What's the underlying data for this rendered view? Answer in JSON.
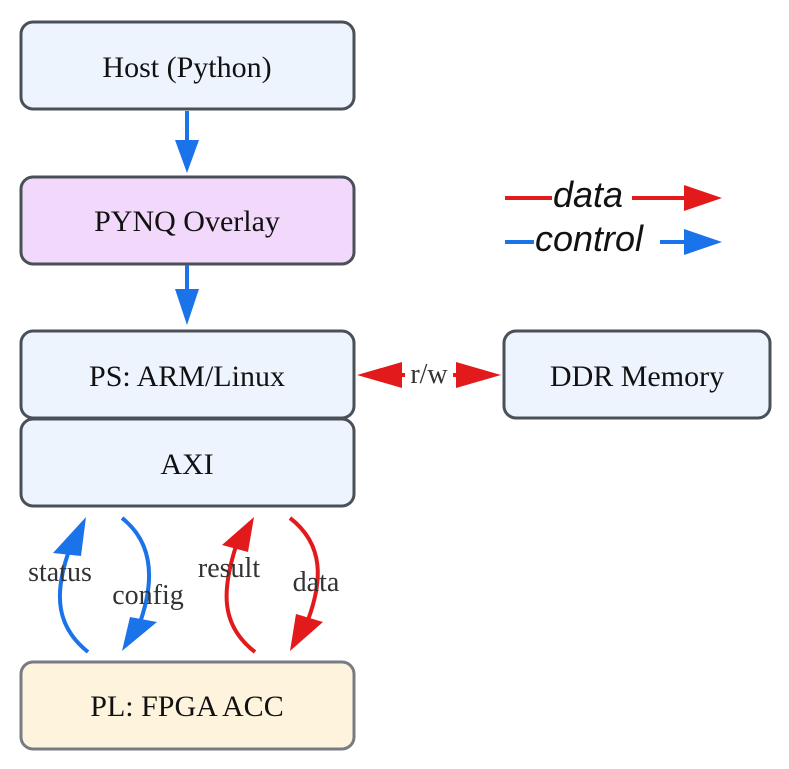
{
  "colors": {
    "data": "#e31a1c",
    "control": "#1a73e8",
    "box_border": "#4a5058",
    "box_blue": "#edf4fd",
    "box_purple": "#f2d9fb",
    "box_orange": "#fef4dd"
  },
  "nodes": {
    "host": "Host (Python)",
    "pynq": "PYNQ Overlay",
    "ps": "PS: ARM/Linux",
    "axi": "AXI",
    "ddr": "DDR Memory",
    "pl": "PL: FPGA ACC"
  },
  "edges": {
    "host_to_pynq": {
      "kind": "control"
    },
    "pynq_to_ps": {
      "kind": "control"
    },
    "ps_ddr": {
      "label": "r/w",
      "kind": "data",
      "bidirectional": true
    },
    "status": {
      "label": "status",
      "kind": "control",
      "from": "PL",
      "to": "AXI"
    },
    "config": {
      "label": "config",
      "kind": "control",
      "from": "AXI",
      "to": "PL"
    },
    "result": {
      "label": "result",
      "kind": "data",
      "from": "PL",
      "to": "AXI"
    },
    "data": {
      "label": "data",
      "kind": "data",
      "from": "AXI",
      "to": "PL"
    }
  },
  "legend": {
    "data": "data",
    "control": "control"
  }
}
